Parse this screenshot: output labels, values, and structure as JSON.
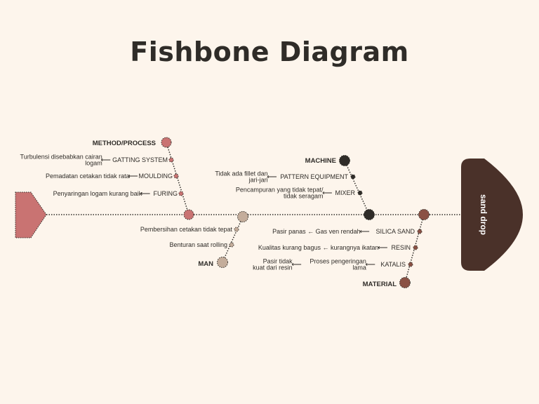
{
  "title": "Fishbone Diagram",
  "colors": {
    "background": "#fdf5ec",
    "method": "#c97372",
    "machine": "#2f2c28",
    "man": "#c4ad9b",
    "material": "#8a5144",
    "head": "#4a3129",
    "tail": "#c97372"
  },
  "effect": "sand drop",
  "categories": {
    "method": {
      "label": "METHOD/PROCESS",
      "causes": [
        {
          "label": "GATTING SYSTEM",
          "detail": [
            "Turbulensi disebabkan cairan",
            "logam"
          ]
        },
        {
          "label": "MOULDING",
          "detail": [
            "Pemadatan cetakan tidak rata"
          ]
        },
        {
          "label": "FURING",
          "detail": [
            "Penyaringan logam kurang baik"
          ]
        }
      ]
    },
    "machine": {
      "label": "MACHINE",
      "causes": [
        {
          "label": "PATTERN  EQUIPMENT",
          "detail": [
            "Tidak ada fillet dan",
            "jari-jari"
          ]
        },
        {
          "label": "MIXER",
          "detail": [
            "Pencampuran yang tidak tepat/",
            "tidak seragam"
          ]
        }
      ]
    },
    "man": {
      "label": "MAN",
      "causes": [
        {
          "detail": [
            "Pembersihan cetakan tidak tepat"
          ]
        },
        {
          "detail": [
            "Benturan saat rolling"
          ]
        }
      ]
    },
    "material": {
      "label": "MATERIAL",
      "causes": [
        {
          "label": "SILICA SAND",
          "detail": [
            "Pasir panas ←  Gas ven rendah"
          ]
        },
        {
          "label": "RESIN",
          "detail": [
            "Kualitas kurang bagus ← kurangnya ikatan"
          ]
        },
        {
          "label": "KATALIS",
          "detail": [
            "Pasir tidak",
            "kuat dari resin"
          ],
          "mid": [
            "Proses pengeringan",
            "lama"
          ]
        }
      ]
    }
  }
}
